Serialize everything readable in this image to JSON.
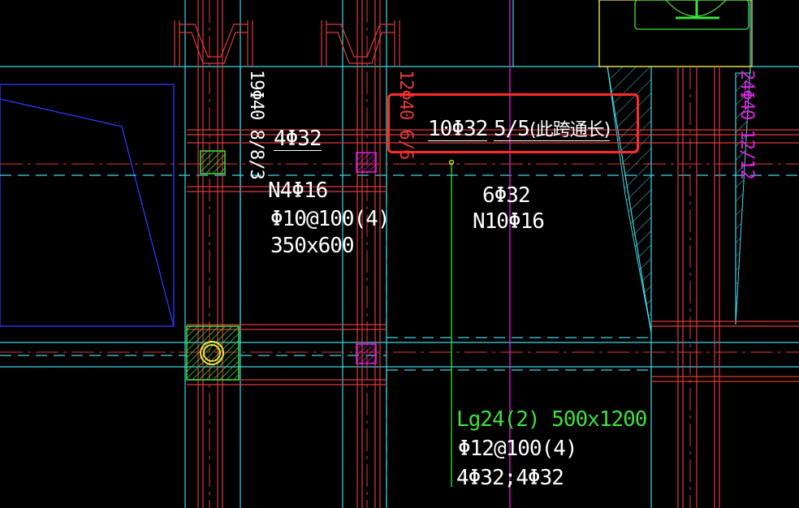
{
  "canvas": {
    "background": "#000000"
  },
  "colors": {
    "red": "#e03a3a",
    "cyan": "#3fd6e6",
    "green": "#3ee03e",
    "magenta": "#e020e0",
    "blue": "#2b3bff",
    "yellow": "#f0e040",
    "white": "#ffffff",
    "highlight": "#ff2a2a"
  },
  "labels": {
    "rebar_4phi32": "4Φ32",
    "side_rebar_n4": "N4Φ16",
    "stirrup_phi10": "Φ10@100(4)",
    "section_350x600": "350x600",
    "top_rebar_main": "10Φ32",
    "top_rebar_split": "5/5",
    "top_rebar_note": "(此跨通长)",
    "rebar_6phi32": "6Φ32",
    "side_rebar_n10": "N10Φ16",
    "beam_name": "Lg24(2) 500x1200",
    "beam_stirrup": "Φ12@100(4)",
    "beam_rebar": "4Φ32;4Φ32"
  },
  "vertical_labels": {
    "col_left": "19Φ40 8/8/3",
    "col_mid": "12Φ40 6/6",
    "col_right": "24Φ40 12/12"
  },
  "icons": {
    "column_section": "column-section-icon",
    "circle_marker": "circle-marker-icon"
  }
}
